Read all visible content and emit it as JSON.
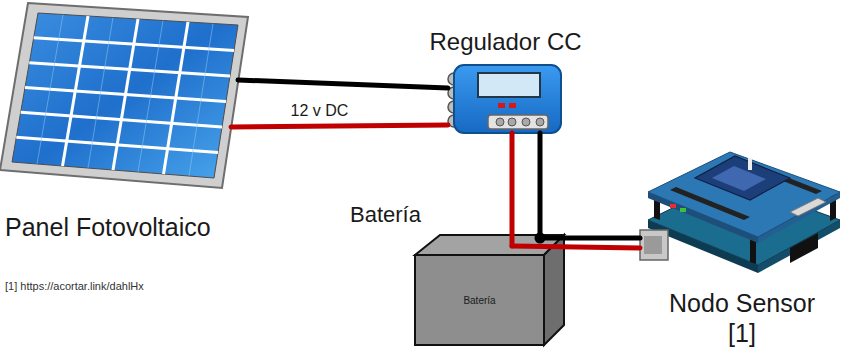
{
  "diagram": {
    "nodes": [
      {
        "text": [
          "Panel Fotovoltaico"
        ]
      },
      {
        "text": [
          "Regulador CC"
        ]
      },
      {
        "text": [
          "Batería",
          "Batería"
        ]
      },
      {
        "text": [
          "Nodo Sensor [1]"
        ]
      }
    ],
    "edges": [
      {
        "from": 0,
        "to": 1,
        "arrow": "none"
      },
      {
        "from": 0,
        "to": 1,
        "label": "12 v DC",
        "arrow": "none"
      },
      {
        "from": 1,
        "to": 2,
        "arrow": "none"
      },
      {
        "from": 1,
        "to": 2,
        "arrow": "none"
      },
      {
        "from": 2,
        "to": 3,
        "arrow": "none"
      },
      {
        "from": 2,
        "to": 3,
        "arrow": "none"
      }
    ],
    "labels": [
      "[1] https://acortar.link/dahlHx"
    ]
  }
}
